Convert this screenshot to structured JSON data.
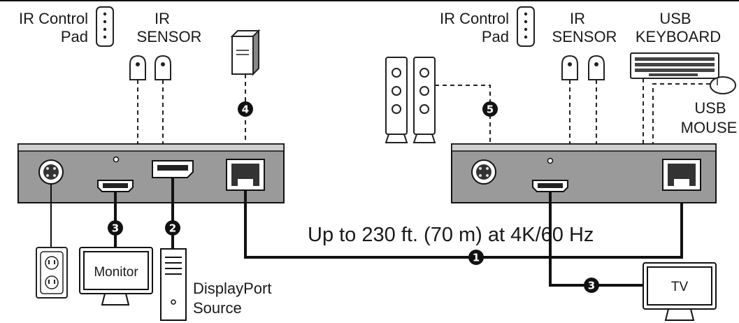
{
  "left": {
    "ir_control_pad_line1": "IR Control",
    "ir_control_pad_line2": "Pad",
    "ir_sensor_line1": "IR",
    "ir_sensor_line2": "SENSOR",
    "monitor": "Monitor",
    "dp_source_line1": "DisplayPort",
    "dp_source_line2": "Source"
  },
  "right": {
    "ir_control_pad_line1": "IR Control",
    "ir_control_pad_line2": "Pad",
    "ir_sensor_line1": "IR",
    "ir_sensor_line2": "SENSOR",
    "usb_keyboard_line1": "USB",
    "usb_keyboard_line2": "KEYBOARD",
    "usb_mouse_line1": "USB",
    "usb_mouse_line2": "MOUSE",
    "tv": "TV"
  },
  "distance": "Up to 230 ft. (70 m) at 4K/60 Hz",
  "badges": {
    "b1": "1",
    "b2": "2",
    "b3_left": "3",
    "b3_right": "3",
    "b4": "4",
    "b5": "5"
  }
}
